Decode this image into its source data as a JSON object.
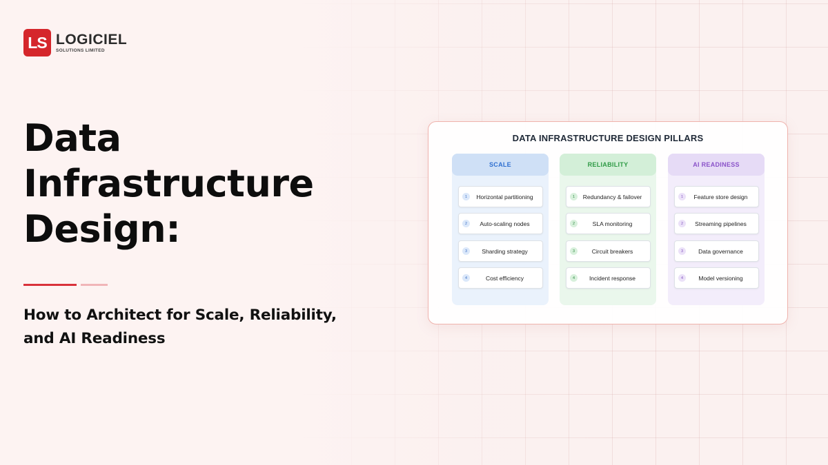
{
  "logo": {
    "mark": "LS",
    "name": "LOGICIEL",
    "subtitle": "SOLUTIONS LIMITED"
  },
  "title_lines": [
    "Data",
    "Infrastructure",
    "Design:"
  ],
  "subtitle_lines": [
    "How to Architect for Scale, Reliability,",
    "and AI Readiness"
  ],
  "diagram": {
    "title": "DATA INFRASTRUCTURE DESIGN PILLARS",
    "columns": [
      {
        "header": "SCALE",
        "header_bg": "#cfe0f6",
        "header_color": "#2f6fd0",
        "body_bg": "#eaf2fc",
        "badge_bg": "#dbe8fa",
        "badge_color": "#3b6fc4",
        "items": [
          {
            "num": "1",
            "label": "Horizontal partitioning"
          },
          {
            "num": "2",
            "label": "Auto-scaling nodes"
          },
          {
            "num": "3",
            "label": "Sharding strategy"
          },
          {
            "num": "4",
            "label": "Cost efficiency"
          }
        ]
      },
      {
        "header": "RELIABILITY",
        "header_bg": "#d3efd8",
        "header_color": "#2e9a45",
        "body_bg": "#eaf7ec",
        "badge_bg": "#d8f0dc",
        "badge_color": "#2e8c42",
        "items": [
          {
            "num": "1",
            "label": "Redundancy & failover"
          },
          {
            "num": "2",
            "label": "SLA monitoring"
          },
          {
            "num": "3",
            "label": "Circuit breakers"
          },
          {
            "num": "4",
            "label": "Incident response"
          }
        ]
      },
      {
        "header": "AI READINESS",
        "header_bg": "#e6dbf6",
        "header_color": "#8a52c9",
        "body_bg": "#f3edfb",
        "badge_bg": "#ebe1f8",
        "badge_color": "#8456c0",
        "items": [
          {
            "num": "1",
            "label": "Feature store design"
          },
          {
            "num": "2",
            "label": "Streaming pipelines"
          },
          {
            "num": "3",
            "label": "Data governance"
          },
          {
            "num": "4",
            "label": "Model versioning"
          }
        ]
      }
    ]
  },
  "colors": {
    "brand_red": "#d5262b",
    "divider_primary": "#d9313a",
    "divider_secondary": "#f1b5b8"
  }
}
